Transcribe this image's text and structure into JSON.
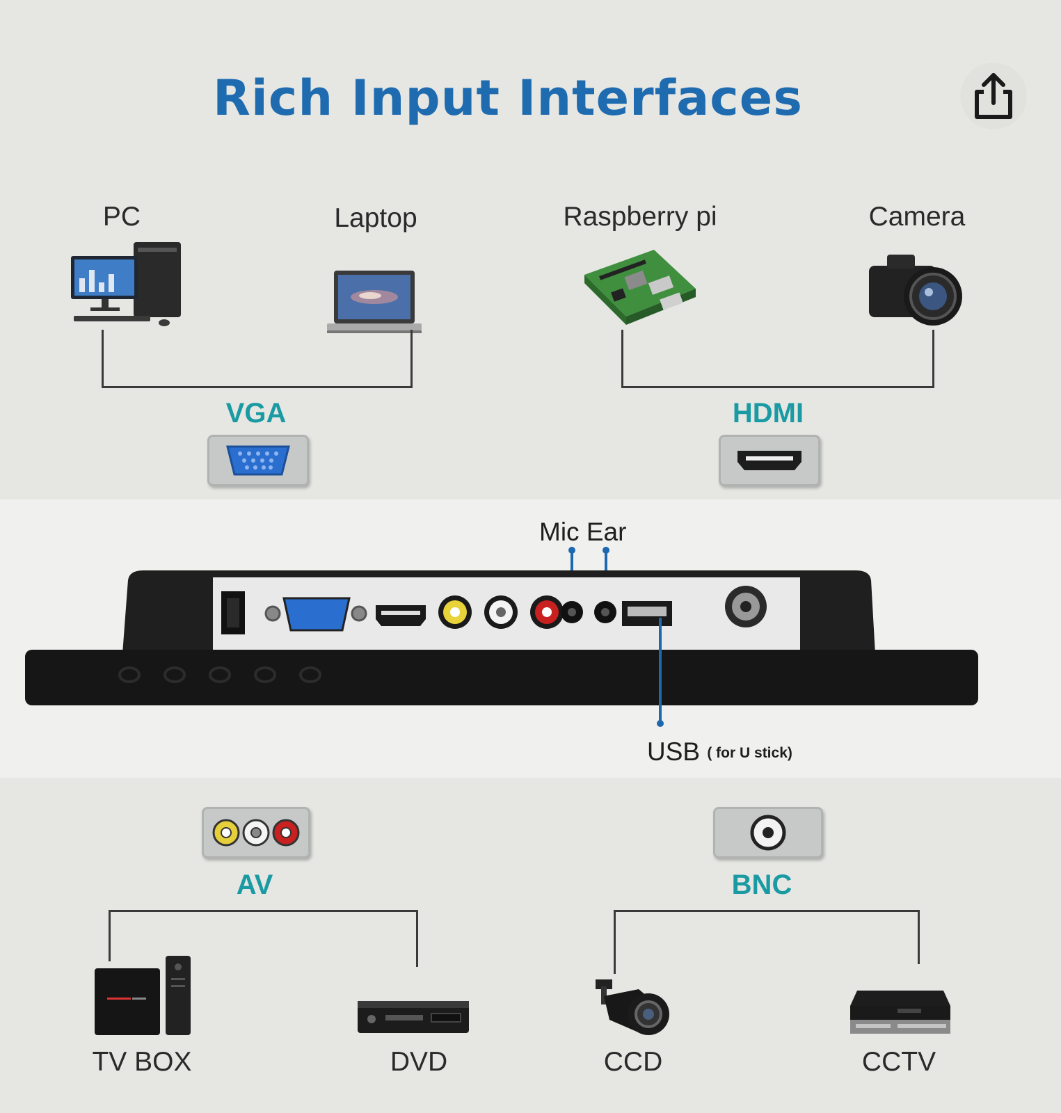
{
  "header": {
    "title": "Rich Input Interfaces",
    "share_icon": "share-icon"
  },
  "top_devices": {
    "pc": "PC",
    "laptop": "Laptop",
    "raspberry": "Raspberry pi",
    "camera": "Camera"
  },
  "top_ports": {
    "vga": "VGA",
    "hdmi": "HDMI"
  },
  "panel": {
    "mic_ear": "Mic Ear",
    "usb": "USB",
    "usb_note": "( for U stick)"
  },
  "bottom_ports": {
    "av": "AV",
    "bnc": "BNC"
  },
  "bottom_devices": {
    "tvbox": "TV BOX",
    "dvd": "DVD",
    "ccd": "CCD",
    "cctv": "CCTV"
  },
  "colors": {
    "title": "#1f6bb0",
    "port_label": "#1a9aa3",
    "background": "#e6e7e3",
    "pointer": "#1e68b0"
  }
}
